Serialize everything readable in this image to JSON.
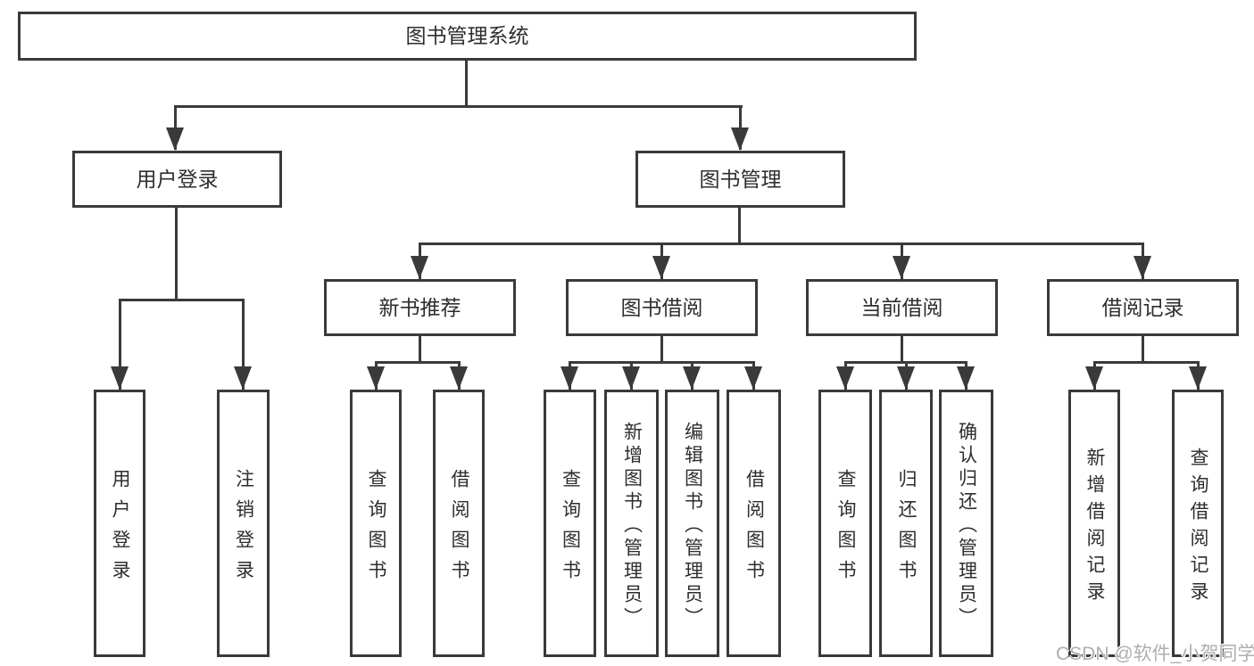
{
  "watermark": "CSDN @软件_小贺同学",
  "colors": {
    "line": "#3a3a3a",
    "text": "#2e2e2e",
    "box_background": "#ffffff",
    "watermark": "#aeaeae"
  },
  "nodes": {
    "root": "图书管理系统",
    "user_login": "用户登录",
    "book_mgmt": "图书管理",
    "new_book_rec": "新书推荐",
    "book_borrow": "图书借阅",
    "current_borrow": "当前借阅",
    "borrow_record": "借阅记录",
    "leaf_user_login": "用户登录",
    "leaf_logout": "注销登录",
    "leaf_query_book_rec": "查询图书",
    "leaf_borrow_book_rec": "借阅图书",
    "leaf_query_book_borrow": "查询图书",
    "leaf_add_book_admin": "新增图书（管理员）",
    "leaf_edit_book_admin": "编辑图书（管理员）",
    "leaf_borrow_book_borrow": "借阅图书",
    "leaf_query_book_current": "查询图书",
    "leaf_return_book": "归还图书",
    "leaf_confirm_return_admin": "确认归还（管理员）",
    "leaf_add_borrow_record": "新增借阅记录",
    "leaf_query_borrow_record": "查询借阅记录"
  },
  "structure": {
    "图书管理系统": {
      "用户登录": [
        "用户登录",
        "注销登录"
      ],
      "图书管理": {
        "新书推荐": [
          "查询图书",
          "借阅图书"
        ],
        "图书借阅": [
          "查询图书",
          "新增图书（管理员）",
          "编辑图书（管理员）",
          "借阅图书"
        ],
        "当前借阅": [
          "查询图书",
          "归还图书",
          "确认归还（管理员）"
        ],
        "借阅记录": [
          "新增借阅记录",
          "查询借阅记录"
        ]
      }
    }
  }
}
